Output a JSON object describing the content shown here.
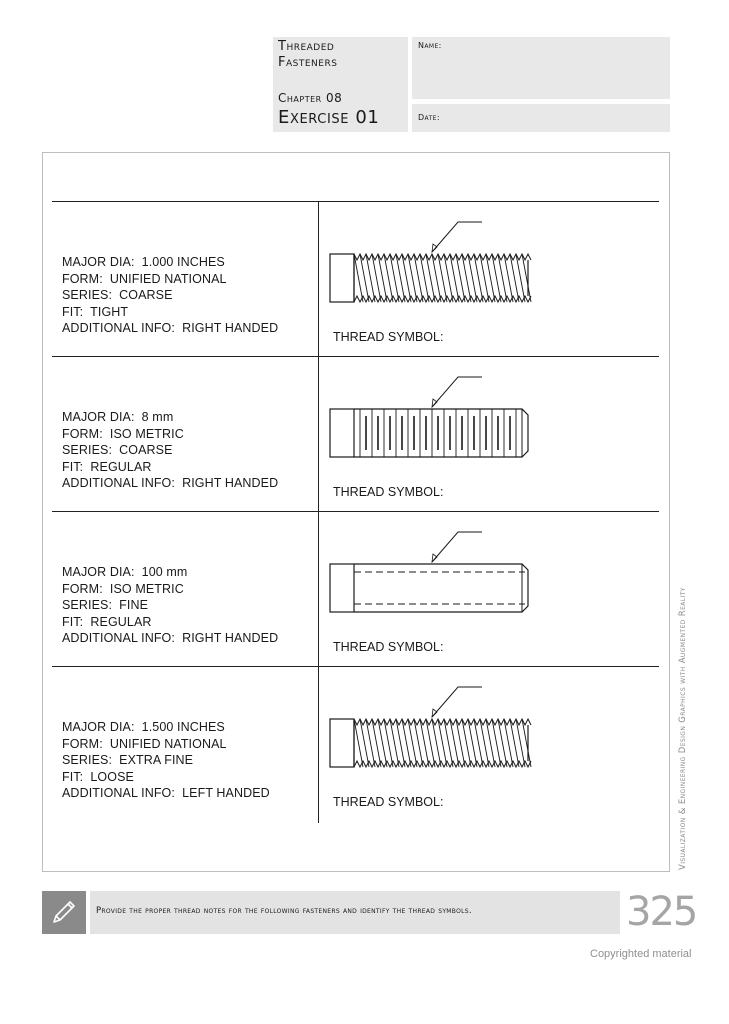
{
  "header": {
    "title_line1": "Threaded",
    "title_line2": "Fasteners",
    "chapter": "Chapter 08",
    "exercise": "Exercise 01",
    "name_label": "Name:",
    "date_label": "Date:"
  },
  "rows": [
    {
      "spec": [
        "MAJOR DIA:  1.000 INCHES",
        "FORM:  UNIFIED NATIONAL",
        "SERIES:  COARSE",
        "FIT:  TIGHT",
        "ADDITIONAL INFO:  RIGHT HANDED"
      ],
      "thread_symbol_label": "THREAD SYMBOL:",
      "drawing": "detailed"
    },
    {
      "spec": [
        "MAJOR DIA:  8 mm",
        "FORM:  ISO METRIC",
        "SERIES:  COARSE",
        "FIT:  REGULAR",
        "ADDITIONAL INFO:  RIGHT HANDED"
      ],
      "thread_symbol_label": "THREAD SYMBOL:",
      "drawing": "schematic"
    },
    {
      "spec": [
        "MAJOR DIA:  100 mm",
        "FORM:  ISO METRIC",
        "SERIES:  FINE",
        "FIT:  REGULAR",
        "ADDITIONAL INFO:  RIGHT HANDED"
      ],
      "thread_symbol_label": "THREAD SYMBOL:",
      "drawing": "simplified"
    },
    {
      "spec": [
        "MAJOR DIA:  1.500 INCHES",
        "FORM:  UNIFIED NATIONAL",
        "SERIES:  EXTRA FINE",
        "FIT:  LOOSE",
        "ADDITIONAL INFO:  LEFT HANDED"
      ],
      "thread_symbol_label": "THREAD SYMBOL:",
      "drawing": "detailed"
    }
  ],
  "side_text": "Visualization & Engineering Design Graphics with Augmented Reality",
  "footer": {
    "icon": "pencil-icon",
    "instruction": "Provide the proper thread notes for the following fasteners and identify the thread symbols.",
    "page_number": "325"
  },
  "copyright": "Copyrighted material"
}
